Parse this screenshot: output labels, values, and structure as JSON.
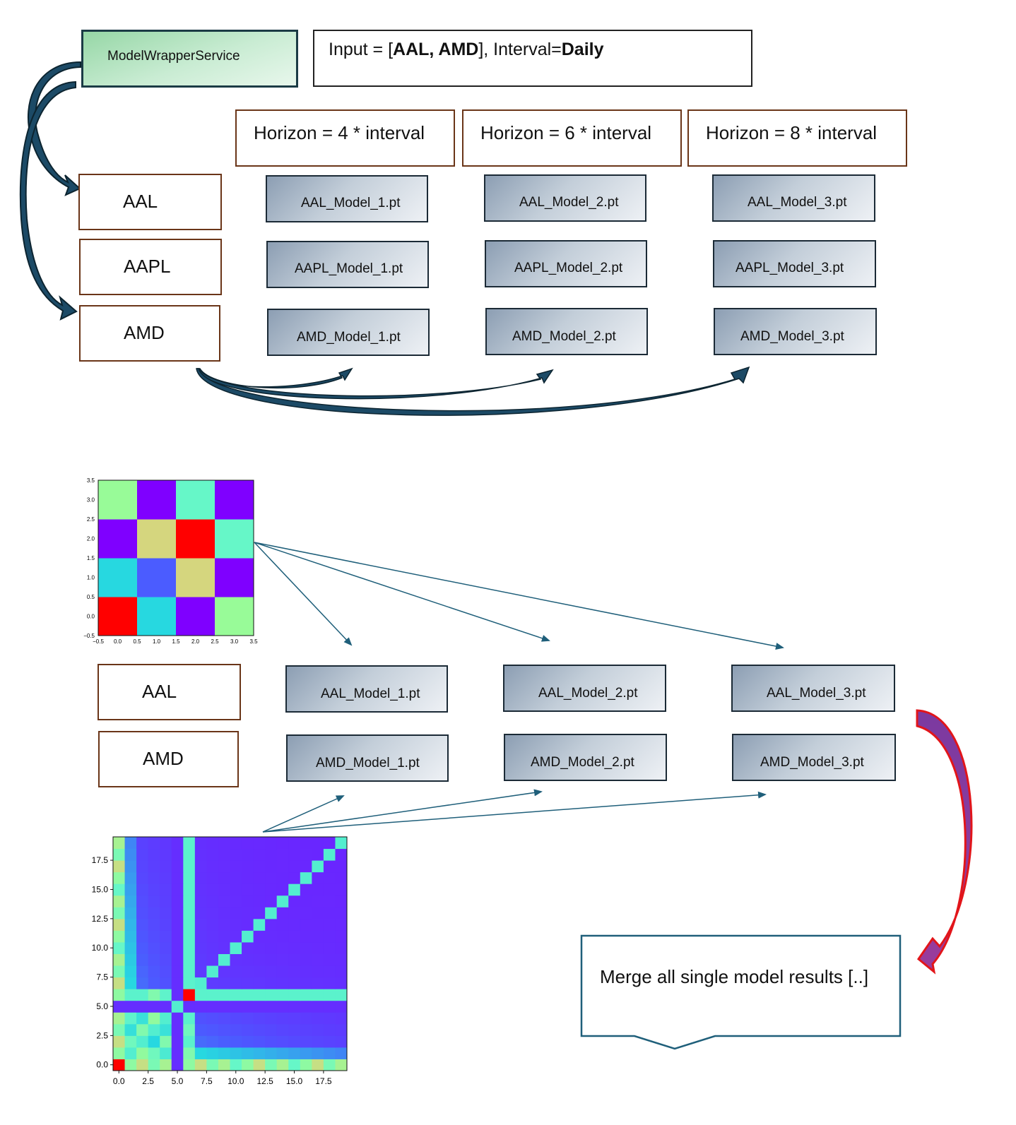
{
  "top": {
    "service_label": "ModelWrapperService",
    "input": {
      "prefix": "Input = [",
      "symbols": "AAL, AMD",
      "middle": "], Interval=",
      "interval": "Daily"
    },
    "horizons": [
      "Horizon = 4 * interval",
      "Horizon = 6 * interval",
      "Horizon = 8 * interval"
    ],
    "tickers": [
      "AAL",
      "AAPL",
      "AMD"
    ],
    "models": [
      [
        "AAL_Model_1.pt",
        "AAL_Model_2.pt",
        "AAL_Model_3.pt"
      ],
      [
        "AAPL_Model_1.pt",
        "AAPL_Model_2.pt",
        "AAPL_Model_3.pt"
      ],
      [
        "AMD_Model_1.pt",
        "AMD_Model_2.pt",
        "AMD_Model_3.pt"
      ]
    ]
  },
  "bottom": {
    "tickers": [
      "AAL",
      "AMD"
    ],
    "models": [
      [
        "AAL_Model_1.pt",
        "AAL_Model_2.pt",
        "AAL_Model_3.pt"
      ],
      [
        "AMD_Model_1.pt",
        "AMD_Model_2.pt",
        "AMD_Model_3.pt"
      ]
    ],
    "merge_label": "Merge all single model results [..]"
  },
  "chart_data": [
    {
      "type": "heatmap",
      "x_ticks": [
        "−0.5",
        "0.0",
        "0.5",
        "1.0",
        "1.5",
        "2.0",
        "2.5",
        "3.0",
        "3.5"
      ],
      "y_ticks": [
        "−0.5",
        "0.0",
        "0.5",
        "1.0",
        "1.5",
        "2.0",
        "2.5",
        "3.0",
        "3.5"
      ],
      "xlim": [
        -0.5,
        3.5
      ],
      "ylim": [
        -0.5,
        3.5
      ],
      "cells": [
        [
          "#ff0000",
          "#27d8e0",
          "#7f00ff",
          "#98fb98"
        ],
        [
          "#27d8e0",
          "#4b5cff",
          "#d5d67e",
          "#7f00ff"
        ],
        [
          "#7f00ff",
          "#d5d67e",
          "#ff0000",
          "#66f7c8"
        ],
        [
          "#98fb98",
          "#7f00ff",
          "#66f7c8",
          "#7f00ff"
        ]
      ]
    },
    {
      "type": "heatmap",
      "x_ticks": [
        "0.0",
        "2.5",
        "5.0",
        "7.5",
        "10.0",
        "12.5",
        "15.0",
        "17.5"
      ],
      "y_ticks": [
        "0.0",
        "2.5",
        "5.0",
        "7.5",
        "10.0",
        "12.5",
        "15.0",
        "17.5"
      ],
      "xlim": [
        -0.5,
        19.5
      ],
      "ylim": [
        -0.5,
        19.5
      ]
    }
  ]
}
